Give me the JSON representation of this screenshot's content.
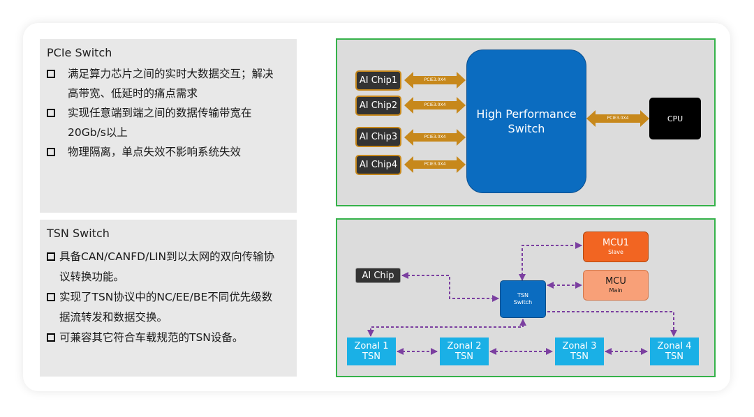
{
  "pcie": {
    "title": "PCIe Switch",
    "bullets": [
      "满足算力芯片之间的实时大数据交互；解决",
      "高带宽、低延时的痛点需求",
      "实现任意端到端之间的数据传输带宽在",
      "20Gb/s以上",
      "物理隔离，单点失效不影响系统失效"
    ]
  },
  "tsn": {
    "title": "TSN Switch",
    "bullets": [
      "具备CAN/CANFD/LIN到以太网的双向传输协",
      "议转换功能。",
      "实现了TSN协议中的NC/EE/BE不同优先级数",
      "据流转发和数据交换。",
      "可兼容其它符合车载规范的TSN设备。"
    ]
  },
  "diagram1": {
    "chips": [
      "AI Chip1",
      "AI Chip2",
      "AI Chip3",
      "AI Chip4"
    ],
    "link_label": "PCIE3.0X4",
    "switch_line1": "High Performance",
    "switch_line2": "Switch",
    "cpu": "CPU"
  },
  "diagram2": {
    "ai_chip": "AI Chip",
    "tsn_line1": "TSN",
    "tsn_line2": "Switch",
    "mcu1": {
      "name": "MCU1",
      "role": "Slave"
    },
    "mcu2": {
      "name": "MCU",
      "role": "Main"
    },
    "zonals": [
      {
        "line1": "Zonal 1",
        "line2": "TSN"
      },
      {
        "line1": "Zonal 2",
        "line2": "TSN"
      },
      {
        "line1": "Zonal 3",
        "line2": "TSN"
      },
      {
        "line1": "Zonal 4",
        "line2": "TSN"
      }
    ]
  },
  "colors": {
    "border_green": "#35b24a",
    "switch_blue": "#0b6cc0",
    "pcie_arrow": "#c7881b",
    "mcu1_orange": "#f26522",
    "mcu_main": "#f8a078",
    "zonal_blue": "#1ab0e6",
    "dashed_link": "#7b3fa0"
  }
}
